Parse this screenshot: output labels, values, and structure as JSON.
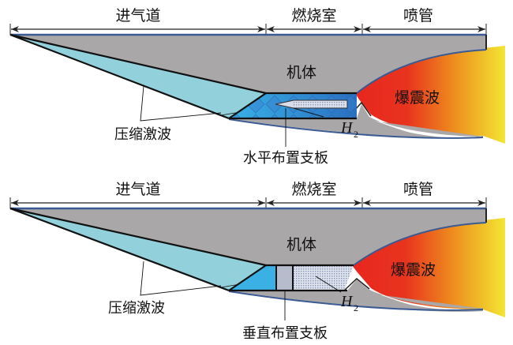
{
  "diagrams": [
    {
      "id": "horizontal",
      "sections": {
        "inlet": "进气道",
        "combustor": "燃烧室",
        "nozzle": "喷管"
      },
      "body_label": "机体",
      "detonation_label": "爆震波",
      "shock_label": "压缩激波",
      "fuel_label_main": "H",
      "fuel_label_sub": "2",
      "strut_label": "水平布置支板"
    },
    {
      "id": "vertical",
      "sections": {
        "inlet": "进气道",
        "combustor": "燃烧室",
        "nozzle": "喷管"
      },
      "body_label": "机体",
      "detonation_label": "爆震波",
      "shock_label": "压缩激波",
      "fuel_label_main": "H",
      "fuel_label_sub": "2",
      "strut_label": "垂直布置支板"
    }
  ],
  "colors": {
    "body_gray": "#aaa7a8",
    "outline_blue": "#3a5a94",
    "shock_cyan": "#92d0dc",
    "combustor_blue": "#3aaee4",
    "flame_red": "#e8261e",
    "flame_orange": "#ee8a1e",
    "flame_yellow": "#f2e032",
    "strut_gray": "#b8bcc8"
  }
}
